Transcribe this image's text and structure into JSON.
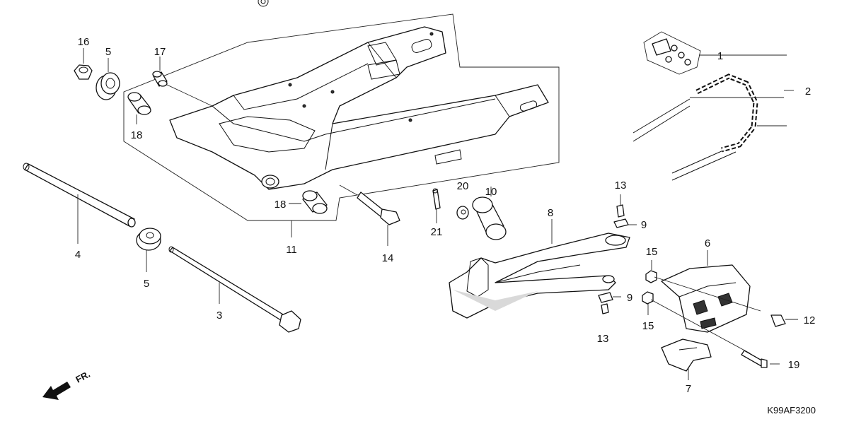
{
  "diagram_code": "K99AF3200",
  "direction_label": "FR.",
  "callouts": {
    "c1": "1",
    "c2": "2",
    "c3": "3",
    "c4": "4",
    "c5a": "5",
    "c5b": "5",
    "c6": "6",
    "c7": "7",
    "c8": "8",
    "c9a": "9",
    "c9b": "9",
    "c10": "10",
    "c11": "11",
    "c12": "12",
    "c13a": "13",
    "c13b": "13",
    "c14": "14",
    "c15a": "15",
    "c15b": "15",
    "c16": "16",
    "c17": "17",
    "c18a": "18",
    "c18b": "18",
    "c19": "19",
    "c20": "20",
    "c21": "21"
  }
}
